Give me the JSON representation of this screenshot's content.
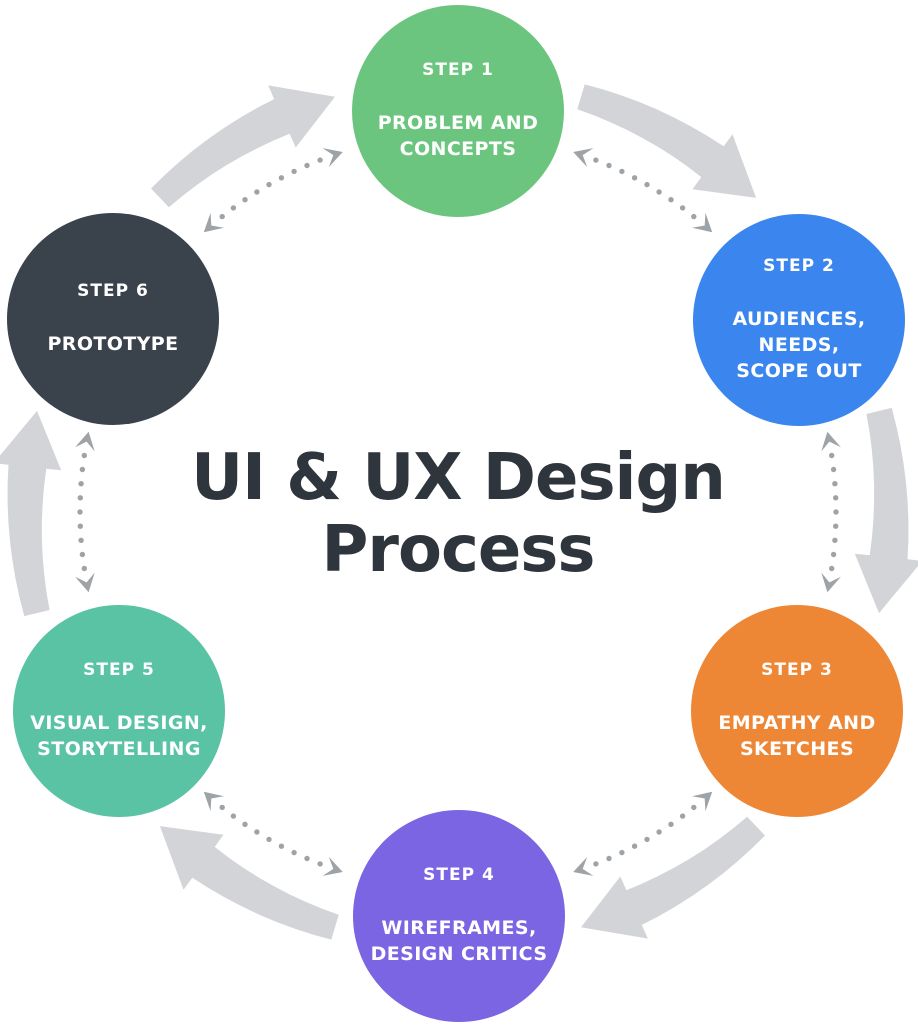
{
  "title": "UI & UX Design\nProcess",
  "title_color": "#2F353C",
  "diagram": {
    "type": "cycle",
    "flow_order": [
      "STEP 1",
      "STEP 2",
      "STEP 3",
      "STEP 4",
      "STEP 5",
      "STEP 6"
    ],
    "solid_arrows": "clockwise step-to-step flow",
    "dotted_arrows": "bidirectional iteration between adjacent steps"
  },
  "steps": [
    {
      "step": "STEP 1",
      "label": "PROBLEM AND\nCONCEPTS",
      "color": "#6CC57E"
    },
    {
      "step": "STEP 2",
      "label": "AUDIENCES, NEEDS,\nSCOPE OUT",
      "color": "#3B86EE"
    },
    {
      "step": "STEP 3",
      "label": "EMPATHY AND\nSKETCHES",
      "color": "#EE8735"
    },
    {
      "step": "STEP 4",
      "label": "WIREFRAMES,\nDESIGN CRITICS",
      "color": "#7B65E2"
    },
    {
      "step": "STEP 5",
      "label": "VISUAL DESIGN,\nSTORYTELLING",
      "color": "#59C3A4"
    },
    {
      "step": "STEP 6",
      "label": "PROTOTYPE",
      "color": "#3A424C"
    }
  ],
  "arrows": {
    "solid_color": "#D2D4D7",
    "dotted_color": "#9EA3A8"
  }
}
